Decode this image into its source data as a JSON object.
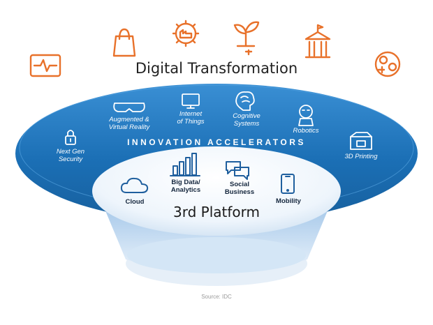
{
  "title": "Digital Transformation",
  "outer_ring": {
    "heading": "INNOVATION ACCELERATORS",
    "items": [
      {
        "label": "Next Gen\nSecurity",
        "icon": "lock-icon"
      },
      {
        "label": "Augmented &\nVirtual Reality",
        "icon": "vr-goggles-icon"
      },
      {
        "label": "Internet\nof Things",
        "icon": "monitor-icon"
      },
      {
        "label": "Cognitive\nSystems",
        "icon": "brain-icon"
      },
      {
        "label": "Robotics",
        "icon": "robot-icon"
      },
      {
        "label": "3D Printing",
        "icon": "3d-printer-icon"
      }
    ]
  },
  "inner_disc": {
    "heading": "3rd Platform",
    "items": [
      {
        "label": "Cloud",
        "icon": "cloud-icon"
      },
      {
        "label": "Big Data/\nAnalytics",
        "icon": "bar-chart-icon"
      },
      {
        "label": "Social\nBusiness",
        "icon": "chat-bubbles-icon"
      },
      {
        "label": "Mobility",
        "icon": "smartphone-icon"
      }
    ]
  },
  "industry_icons": [
    "heart-monitor-icon",
    "shopping-bag-icon",
    "factory-gear-icon",
    "plant-energy-icon",
    "government-building-icon",
    "finance-coins-icon"
  ],
  "source": "Source: IDC",
  "colors": {
    "accent": "#e8712a",
    "ring": "#1b6fb5",
    "ring_light": "#3a8fd4",
    "inner": "#eef5fc",
    "text_dark": "#14263d"
  }
}
